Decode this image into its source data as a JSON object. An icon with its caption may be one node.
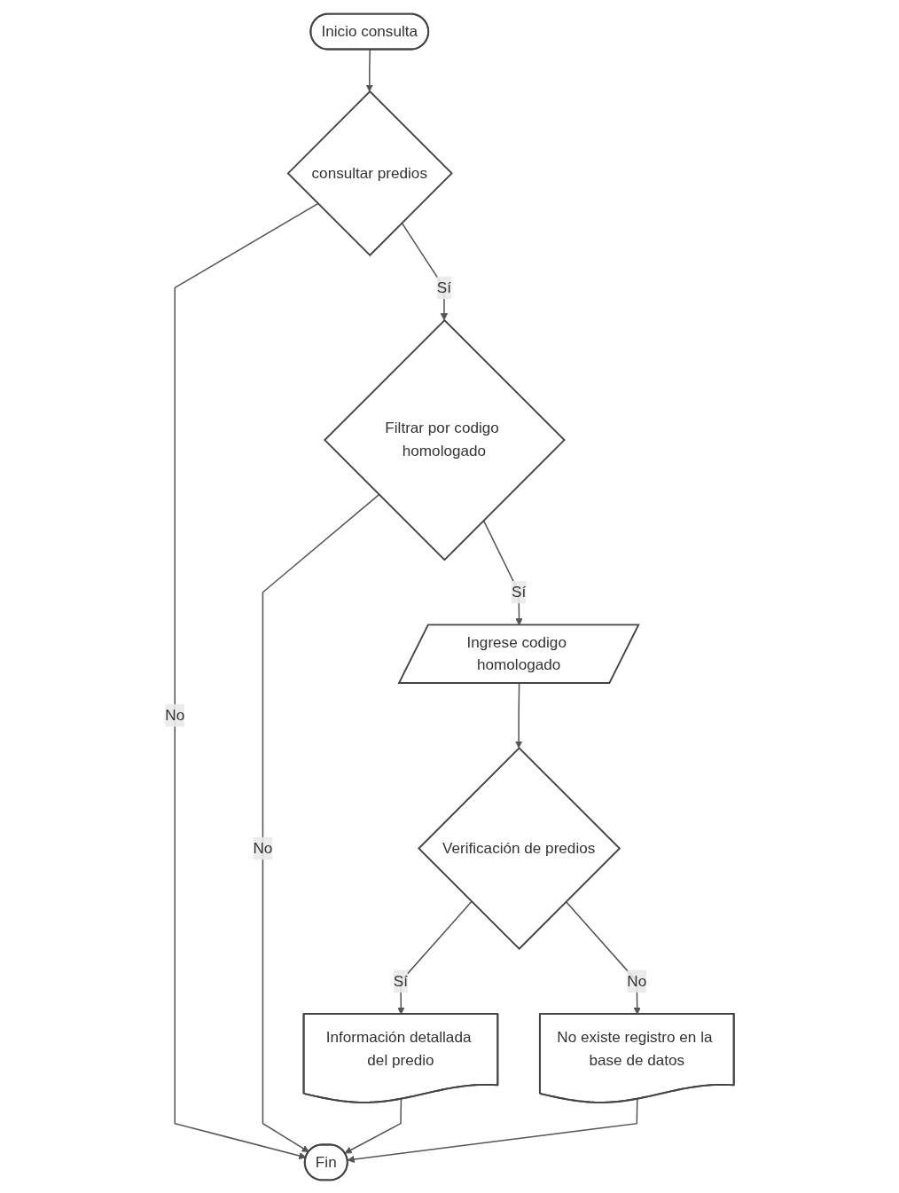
{
  "diagram": {
    "nodes": [
      {
        "text": [
          "Inicio consulta"
        ]
      },
      {
        "text": [
          "consultar predios"
        ]
      },
      {
        "text": [
          "Filtrar por codigo homologado"
        ]
      },
      {
        "text": [
          "Ingrese codigo homologado"
        ]
      },
      {
        "text": [
          "Verificación de predios"
        ]
      },
      {
        "text": [
          "Información detallada del predio"
        ]
      },
      {
        "text": [
          "No existe registro en la base de datos"
        ]
      },
      {
        "text": [
          "Fin"
        ]
      }
    ],
    "edges": [
      {
        "from": 0,
        "to": 1,
        "arrow": "to"
      },
      {
        "from": 1,
        "to": 2,
        "arrow": "to",
        "label": "Sí"
      },
      {
        "from": 1,
        "to": 7,
        "arrow": "to",
        "label": "No"
      },
      {
        "from": 2,
        "to": 3,
        "arrow": "to",
        "label": "Sí"
      },
      {
        "from": 2,
        "to": 7,
        "arrow": "to",
        "label": "No"
      },
      {
        "from": 3,
        "to": 4,
        "arrow": "to"
      },
      {
        "from": 4,
        "to": 5,
        "arrow": "to",
        "label": "Sí"
      },
      {
        "from": 4,
        "to": 6,
        "arrow": "to",
        "label": "No"
      },
      {
        "from": 5,
        "to": 7,
        "arrow": "to"
      },
      {
        "from": 6,
        "to": 7,
        "arrow": "to"
      }
    ]
  }
}
